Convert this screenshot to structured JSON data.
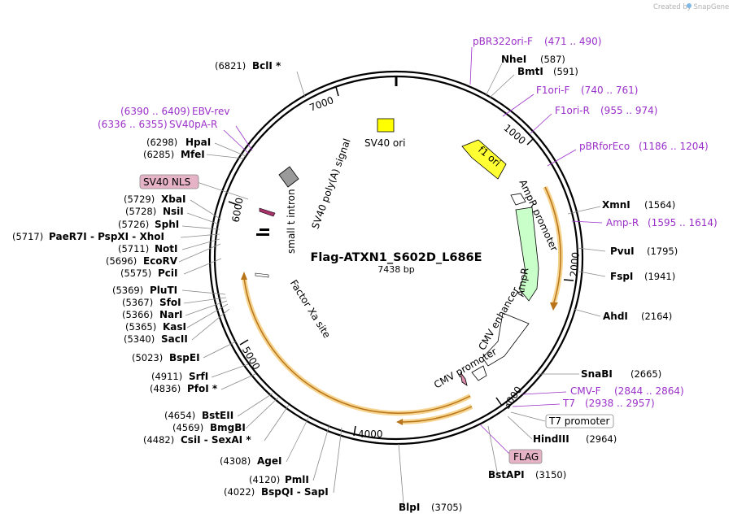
{
  "watermark": "Created by SnapGene",
  "plasmid": {
    "name": "Flag-ATXN1_S602D_L686E",
    "length": "7438 bp"
  },
  "ticks": [
    "1000",
    "2000",
    "3000",
    "4000",
    "5000",
    "6000",
    "7000"
  ],
  "features": {
    "sv40_ori": "SV40 ori",
    "f1_ori": "f1 ori",
    "ampr_promoter": "AmpR promoter",
    "ampr": "AmpR",
    "cmv_enhancer": "CMV enhancer",
    "cmv_promoter": "CMV promoter",
    "sv40_polya": "SV40 poly(A) signal",
    "small_t_intron": "small t intron",
    "factor_xa": "Factor Xa site"
  },
  "right": [
    {
      "name": "pBR322ori-F",
      "pos": "(471 .. 490)"
    },
    {
      "name": "NheI",
      "pos": "(587)"
    },
    {
      "name": "BmtI",
      "pos": "(591)"
    },
    {
      "name": "F1ori-F",
      "pos": "(740 .. 761)"
    },
    {
      "name": "F1ori-R",
      "pos": "(955 .. 974)"
    },
    {
      "name": "pBRforEco",
      "pos": "(1186 .. 1204)"
    },
    {
      "name": "XmnI",
      "pos": "(1564)"
    },
    {
      "name": "Amp-R",
      "pos": "(1595 .. 1614)"
    },
    {
      "name": "PvuI",
      "pos": "(1795)"
    },
    {
      "name": "FspI",
      "pos": "(1941)"
    },
    {
      "name": "AhdI",
      "pos": "(2164)"
    },
    {
      "name": "SnaBI",
      "pos": "(2665)"
    },
    {
      "name": "CMV-F",
      "pos": "(2844 .. 2864)"
    },
    {
      "name": "T7",
      "pos": "(2938 .. 2957)"
    },
    {
      "name": "T7 promoter",
      "pos": ""
    },
    {
      "name": "HindIII",
      "pos": "(2964)"
    },
    {
      "name": "FLAG",
      "pos": ""
    },
    {
      "name": "BstAPI",
      "pos": "(3150)"
    },
    {
      "name": "BlpI",
      "pos": "(3705)"
    }
  ],
  "left": [
    {
      "name": "BclI *",
      "pos": "(6821)"
    },
    {
      "name": "EBV-rev",
      "pos": "(6390 .. 6409)"
    },
    {
      "name": "SV40pA-R",
      "pos": "(6336 .. 6355)"
    },
    {
      "name": "HpaI",
      "pos": "(6298)"
    },
    {
      "name": "MfeI",
      "pos": "(6285)"
    },
    {
      "name": "SV40 NLS",
      "pos": ""
    },
    {
      "name": "XbaI",
      "pos": "(5729)"
    },
    {
      "name": "NsiI",
      "pos": "(5728)"
    },
    {
      "name": "SphI",
      "pos": "(5726)"
    },
    {
      "name": "PaeR7I - PspXI - XhoI",
      "pos": "(5717)"
    },
    {
      "name": "NotI",
      "pos": "(5711)"
    },
    {
      "name": "EcoRV",
      "pos": "(5696)"
    },
    {
      "name": "PciI",
      "pos": "(5575)"
    },
    {
      "name": "PluTI",
      "pos": "(5369)"
    },
    {
      "name": "SfoI",
      "pos": "(5367)"
    },
    {
      "name": "NarI",
      "pos": "(5366)"
    },
    {
      "name": "KasI",
      "pos": "(5365)"
    },
    {
      "name": "SacII",
      "pos": "(5340)"
    },
    {
      "name": "BspEI",
      "pos": "(5023)"
    },
    {
      "name": "SrfI",
      "pos": "(4911)"
    },
    {
      "name": "PfoI *",
      "pos": "(4836)"
    },
    {
      "name": "BstEII",
      "pos": "(4654)"
    },
    {
      "name": "BmgBI",
      "pos": "(4569)"
    },
    {
      "name": "CsiI - SexAI *",
      "pos": "(4482)"
    },
    {
      "name": "AgeI",
      "pos": "(4308)"
    },
    {
      "name": "PmlI",
      "pos": "(4120)"
    },
    {
      "name": "BspQI - SapI",
      "pos": "(4022)"
    }
  ]
}
